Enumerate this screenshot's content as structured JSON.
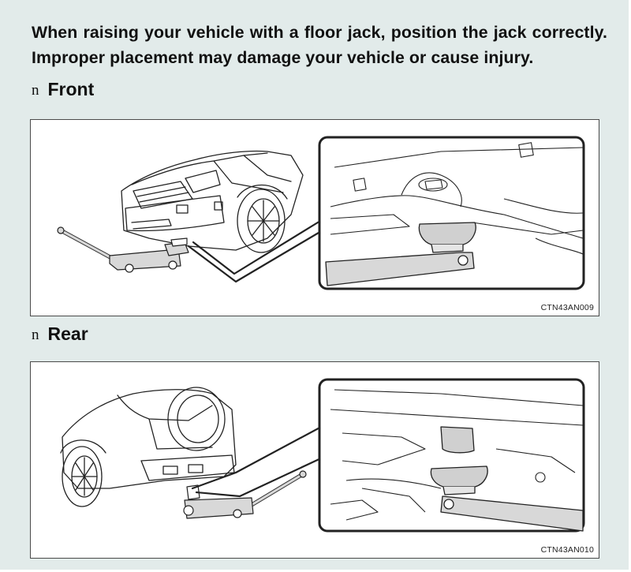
{
  "intro_text": "When raising your vehicle with a floor jack, position the jack correctly. Improper placement may damage your vehicle or cause injury.",
  "sections": [
    {
      "bullet": "n",
      "title": "Front",
      "figure_code": "CTN43AN009"
    },
    {
      "bullet": "n",
      "title": "Rear",
      "figure_code": "CTN43AN010"
    }
  ]
}
